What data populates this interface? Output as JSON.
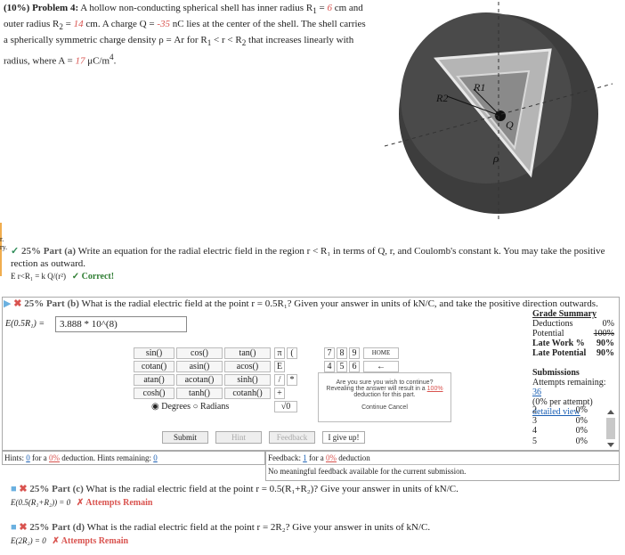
{
  "problem": {
    "header": "(10%) Problem 4:",
    "t1": "A hollow non-conducting spherical shell has inner radius R",
    "sub1": "1",
    "t2": " = ",
    "r1": "6",
    "t3": " cm and outer radius R",
    "sub2": "2",
    "t4": " = ",
    "r2": "14",
    "t5": " cm. A charge Q = ",
    "q": "-35",
    "t6": " nC lies at the center of the shell. The shell carries a spherically symmetric charge density ρ = Ar for R",
    "t7": " < r < R",
    "t8": " that increases linearly with radius, where A = ",
    "a": "17",
    "t9": " μC/m",
    "sup": "4",
    "t10": "."
  },
  "figure": {
    "label_r1": "R1",
    "label_r2": "R2",
    "label_q": "Q",
    "label_rho": "ρ",
    "sphere_outer": "#3d3d3d",
    "shell": "#a9a9a9",
    "inner": "#7e7e7e"
  },
  "part_a": {
    "pct": "25% Part (a)",
    "question": "Write an equation for the radial electric field in the region r < R₁ in terms of Q, r, and Coulomb's constant k. You may take the positive",
    "question2": "rection as outward.",
    "answer": "E r<R₁ = k Q/(r²)",
    "status": "✓ Correct!",
    "left_fragment": "r.",
    "left_fragment2": "ry."
  },
  "part_b": {
    "pct": "25% Part (b)",
    "question": "What is the radial electric field at the point r = 0.5R₁? Given your answer in units of kN/C, and take the positive direction outwards.",
    "label": "E(0.5R₁) =",
    "value": "3.888 * 10^(8)"
  },
  "grade": {
    "header": "Grade Summary",
    "rows": [
      {
        "k": "Deductions",
        "v": "0%"
      },
      {
        "k": "Potential",
        "v": "100%"
      },
      {
        "k": "Late Work %",
        "v": "90%"
      },
      {
        "k": "Late Potential",
        "v": "90%"
      }
    ],
    "submissions_header": "Submissions",
    "attempts": "Attempts remaining: ",
    "attempts_n": "36",
    "per_attempt": "(0% per attempt)",
    "detailed": "detailed view",
    "subs": [
      {
        "n": "2",
        "v": "0%"
      },
      {
        "n": "3",
        "v": "0%"
      },
      {
        "n": "4",
        "v": "0%"
      },
      {
        "n": "5",
        "v": "0%"
      }
    ]
  },
  "keypad": {
    "funcs": [
      [
        "sin()",
        "cos()",
        "tan()"
      ],
      [
        "cotan()",
        "asin()",
        "acos()"
      ],
      [
        "atan()",
        "acotan()",
        "sinh()"
      ],
      [
        "cosh()",
        "tanh()",
        "cotanh()"
      ]
    ],
    "pi": "π",
    "paren_open": "(",
    "e": "E",
    "seven": "7",
    "eight": "8",
    "nine": "9",
    "four": "4",
    "five": "5",
    "six": "6",
    "home": "HOME",
    "slash": "/",
    "star": "*",
    "plus": "+",
    "sqrt": "√0",
    "degrees": "Degrees",
    "radians": "Radians"
  },
  "dialog": {
    "line1": "Are you sure you wish to continue?",
    "line2a": "Revealing the answer will result in a ",
    "line2b": "100%",
    "line3": "deduction for this part.",
    "continue": "Continue",
    "cancel": "Cancel"
  },
  "buttons": {
    "submit": "Submit",
    "hint": "Hint",
    "feedback": "Feedback",
    "give_up": "I give up!"
  },
  "hints": {
    "a": "Hints: ",
    "n": "0",
    "b": " for a ",
    "pct": "0%",
    "c": " deduction. Hints remaining: ",
    "rem": "0"
  },
  "feedback": {
    "a": "Feedback: ",
    "n": "1",
    "b": " for a ",
    "pct": "0%",
    "c": " deduction",
    "note": "No meaningful feedback available for the current submission."
  },
  "part_c": {
    "pct": "25% Part (c)",
    "question": "What is the radial electric field at the point r = 0.5(R₁+R₂)? Give your answer in units of kN/C.",
    "answer": "E(0.5(R₁+R₂)) = 0",
    "status": "✗ Attempts Remain"
  },
  "part_d": {
    "pct": "25% Part (d)",
    "question": "What is the radial electric field at the point r = 2R₂? Give your answer in units of kN/C.",
    "answer": "E(2R₂) = 0",
    "status": "✗ Attempts Remain"
  }
}
